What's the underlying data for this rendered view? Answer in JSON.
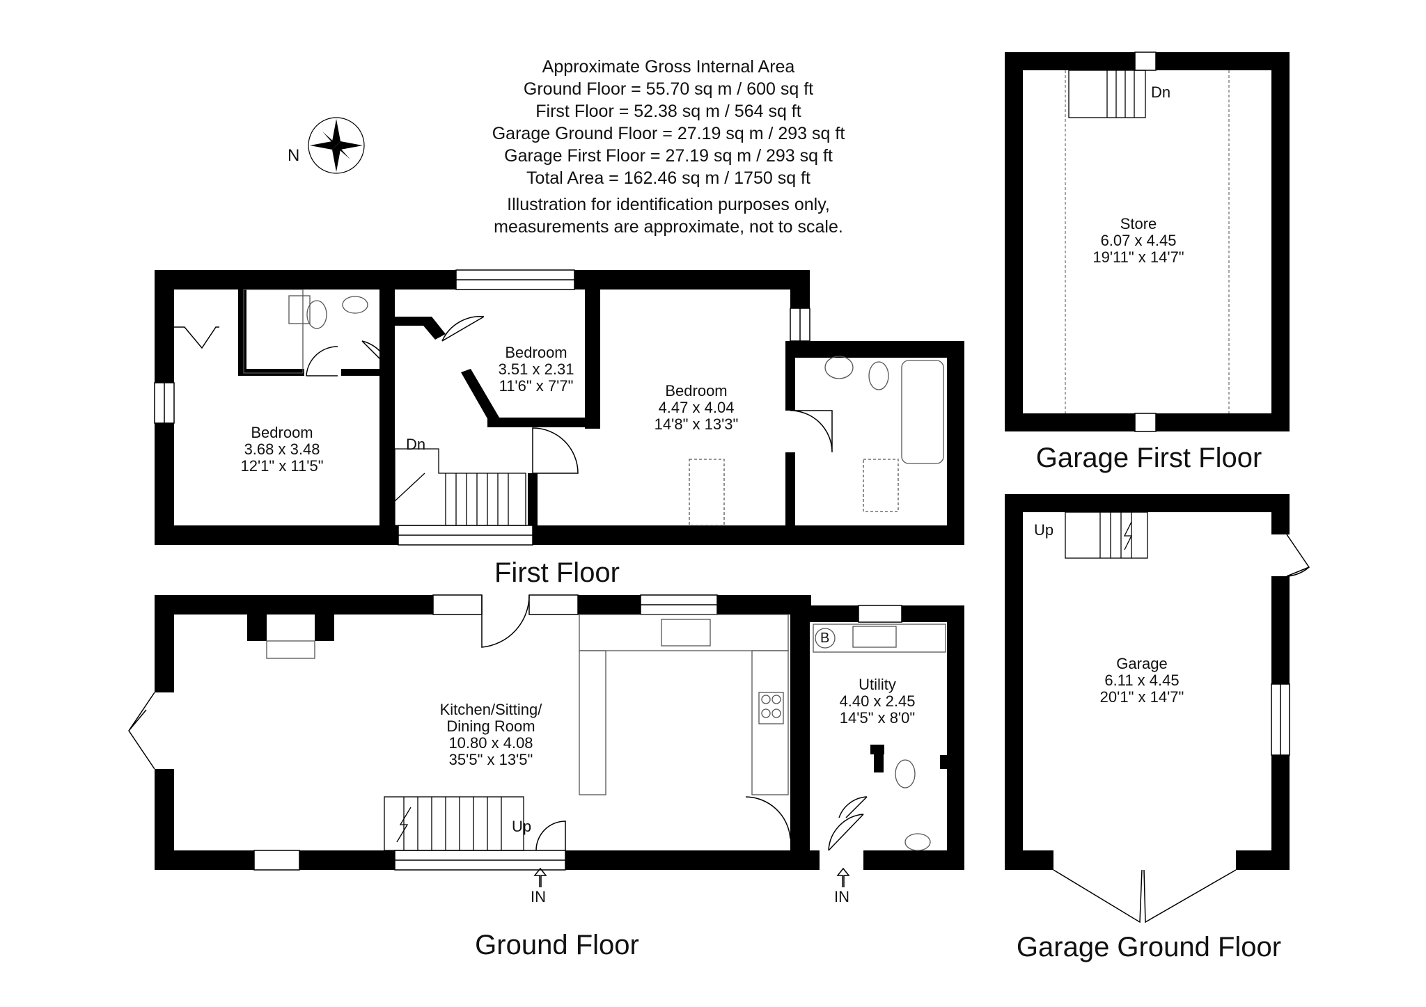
{
  "header": {
    "title": "Approximate Gross Internal Area",
    "lines": [
      "Ground Floor = 55.70 sq m / 600 sq ft",
      "First Floor = 52.38 sq m / 564 sq ft",
      "Garage Ground Floor = 27.19 sq m / 293 sq ft",
      "Garage First Floor = 27.19 sq m / 293 sq ft",
      "Total Area = 162.46 sq m / 1750 sq ft"
    ],
    "disclaimer": [
      "Illustration for identification purposes only,",
      "measurements are approximate, not to scale."
    ]
  },
  "compass": {
    "label": "N",
    "icon": "compass-rose-icon"
  },
  "floors": {
    "first_floor": {
      "title": "First Floor",
      "rooms": [
        {
          "name": "Bedroom",
          "metric": "3.68 x 3.48",
          "imperial": "12'1\" x 11'5\""
        },
        {
          "name": "Bedroom",
          "metric": "3.51 x 2.31",
          "imperial": "11'6\" x 7'7\""
        },
        {
          "name": "Bedroom",
          "metric": "4.47 x 4.04",
          "imperial": "14'8\" x 13'3\""
        }
      ],
      "stair_label": "Dn"
    },
    "ground_floor": {
      "title": "Ground Floor",
      "rooms": [
        {
          "name_line1": "Kitchen/Sitting/",
          "name_line2": "Dining Room",
          "metric": "10.80 x 4.08",
          "imperial": "35'5\" x 13'5\""
        },
        {
          "name": "Utility",
          "metric": "4.40 x 2.45",
          "imperial": "14'5\" x 8'0\""
        }
      ],
      "stair_label": "Up",
      "boiler_label": "B",
      "entrances": [
        "IN",
        "IN"
      ]
    },
    "garage_first_floor": {
      "title": "Garage First Floor",
      "rooms": [
        {
          "name": "Store",
          "metric": "6.07 x 4.45",
          "imperial": "19'11\" x 14'7\""
        }
      ],
      "stair_label": "Dn"
    },
    "garage_ground_floor": {
      "title": "Garage Ground Floor",
      "rooms": [
        {
          "name": "Garage",
          "metric": "6.11 x 4.45",
          "imperial": "20'1\" x 14'7\""
        }
      ],
      "stair_label": "Up"
    }
  },
  "colors": {
    "wall": "#000000",
    "fixture": "#555555",
    "background": "#ffffff"
  }
}
